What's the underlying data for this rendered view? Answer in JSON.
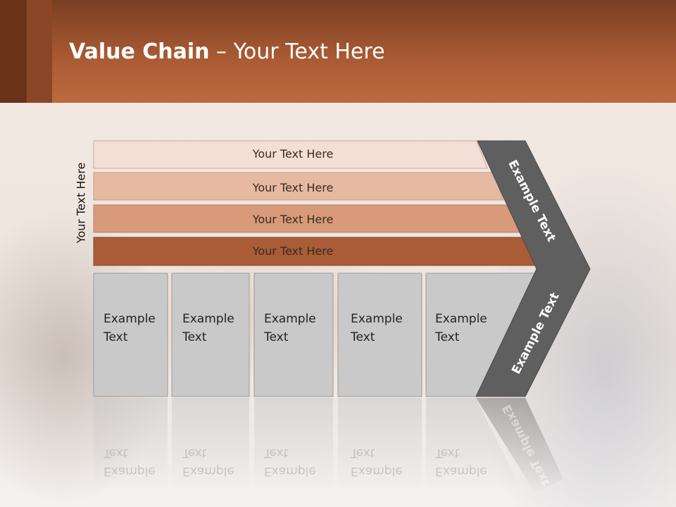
{
  "header": {
    "title_bold": "Value Chain",
    "title_rest": " – Your Text Here"
  },
  "vertical_label": "Your Text Here",
  "bars": [
    {
      "label": "Your Text Here",
      "color": "#f2dfd6"
    },
    {
      "label": "Your Text Here",
      "color": "#e6b9a2"
    },
    {
      "label": "Your Text Here",
      "color": "#d89a7a"
    },
    {
      "label": "Your Text Here",
      "color": "#a95c36"
    }
  ],
  "columns": [
    {
      "line1": "Example",
      "line2": "Text"
    },
    {
      "line1": "Example",
      "line2": "Text"
    },
    {
      "line1": "Example",
      "line2": "Text"
    },
    {
      "line1": "Example",
      "line2": "Text"
    },
    {
      "line1": "Example",
      "line2": "Text"
    }
  ],
  "arrow": {
    "top_label": "Example Text",
    "bottom_label": "Example Text",
    "color": "#5f5f5f"
  },
  "colors": {
    "header": "#a85a33",
    "column_fill": "#c9c9c9"
  }
}
